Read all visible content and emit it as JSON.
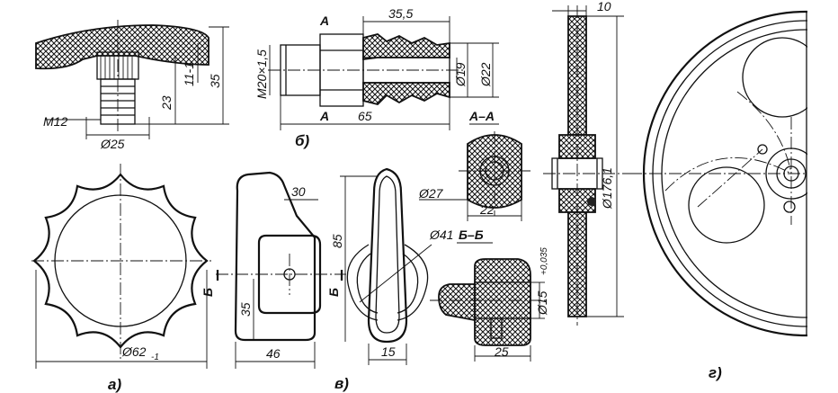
{
  "labels": {
    "a": {
      "caption": "а)",
      "m12": "M12",
      "d25": "Ø25",
      "h23": "23",
      "h11": "11-1",
      "h35": "35",
      "d62": "Ø62",
      "d62_tol": "-1"
    },
    "b": {
      "caption": "б)",
      "a_top": "A",
      "a_bot": "A",
      "l355": "35,5",
      "l65": "65",
      "m20": "M20×1,5",
      "d19": "Ø19",
      "d22": "Ø22"
    },
    "aa": {
      "title": "A–A",
      "d27": "Ø27",
      "w22": "22"
    },
    "v": {
      "caption": "в)",
      "w30": "30",
      "h85": "85",
      "h35": "35",
      "w46": "46",
      "w15": "15",
      "d41": "Ø41",
      "b_left": "Б",
      "b_right": "Б"
    },
    "bb": {
      "title": "Б–Б",
      "d15": "Ø15",
      "d15_tol": "+0,035",
      "w25": "25"
    },
    "g": {
      "caption": "г)",
      "w10": "10",
      "d176": "Ø176,1"
    }
  }
}
